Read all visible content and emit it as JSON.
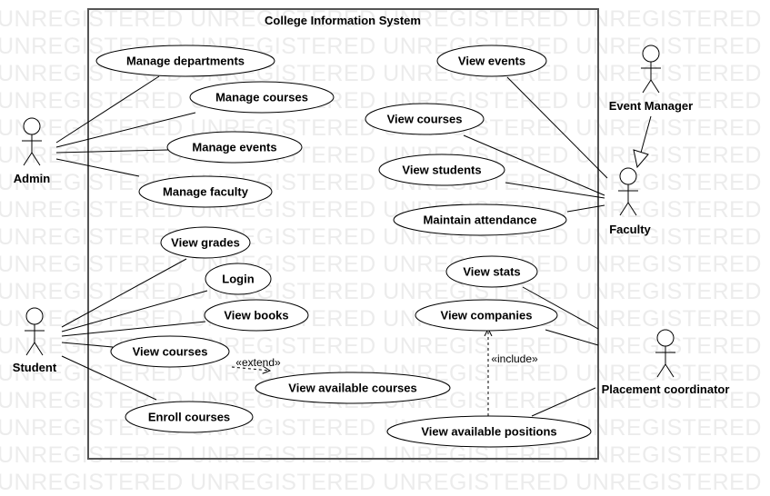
{
  "watermark": "UNREGISTERED",
  "system": {
    "title": "College Information System"
  },
  "actors": {
    "admin": "Admin",
    "student": "Student",
    "event_manager": "Event Manager",
    "faculty": "Faculty",
    "placement_coordinator": "Placement coordinator"
  },
  "use_cases": {
    "manage_departments": "Manage departments",
    "manage_courses": "Manage courses",
    "manage_events": "Manage events",
    "manage_faculty": "Manage faculty",
    "view_grades": "View grades",
    "login": "Login",
    "view_books": "View books",
    "view_courses_student": "View courses",
    "enroll_courses": "Enroll courses",
    "view_available_courses": "View available courses",
    "view_events": "View events",
    "view_courses_faculty": "View courses",
    "view_students": "View students",
    "maintain_attendance": "Maintain attendance",
    "view_stats": "View stats",
    "view_companies": "View companies",
    "view_available_positions": "View available positions"
  },
  "relationships": {
    "extend": "«extend»",
    "include": "«include»"
  }
}
